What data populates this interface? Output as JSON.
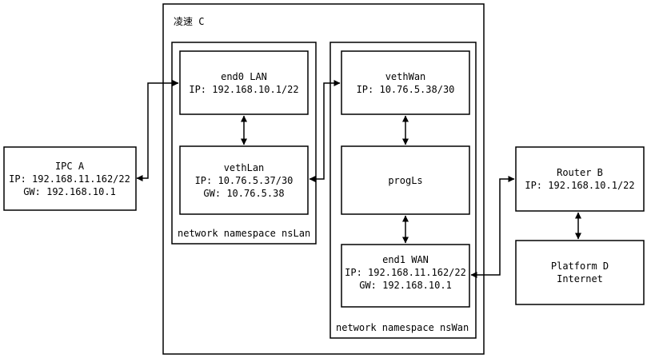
{
  "diagram": {
    "outer_container": {
      "label": "凌速 C"
    },
    "namespaces": [
      {
        "id": "nsLan",
        "label": "network namespace nsLan"
      },
      {
        "id": "nsWan",
        "label": "network namespace nsWan"
      }
    ],
    "nodes": {
      "end0_lan": {
        "lines": [
          "end0 LAN",
          "IP: 192.168.10.1/22"
        ]
      },
      "vethlan": {
        "lines": [
          "vethLan",
          "IP: 10.76.5.37/30",
          "GW: 10.76.5.38"
        ]
      },
      "vethwan": {
        "lines": [
          "vethWan",
          "IP: 10.76.5.38/30"
        ]
      },
      "progls": {
        "lines": [
          "progLs"
        ]
      },
      "end1_wan": {
        "lines": [
          "end1 WAN",
          "IP: 192.168.11.162/22",
          "GW: 192.168.10.1"
        ]
      },
      "ipc_a": {
        "lines": [
          "IPC A",
          "IP: 192.168.11.162/22",
          "GW: 192.168.10.1"
        ]
      },
      "router_b": {
        "lines": [
          "Router B",
          "IP: 192.168.10.1/22"
        ]
      },
      "platform_d": {
        "lines": [
          "Platform D",
          "Internet"
        ]
      }
    },
    "colors": {
      "line": "#000000",
      "background": "#ffffff",
      "box_fill": "#ffffff"
    }
  }
}
